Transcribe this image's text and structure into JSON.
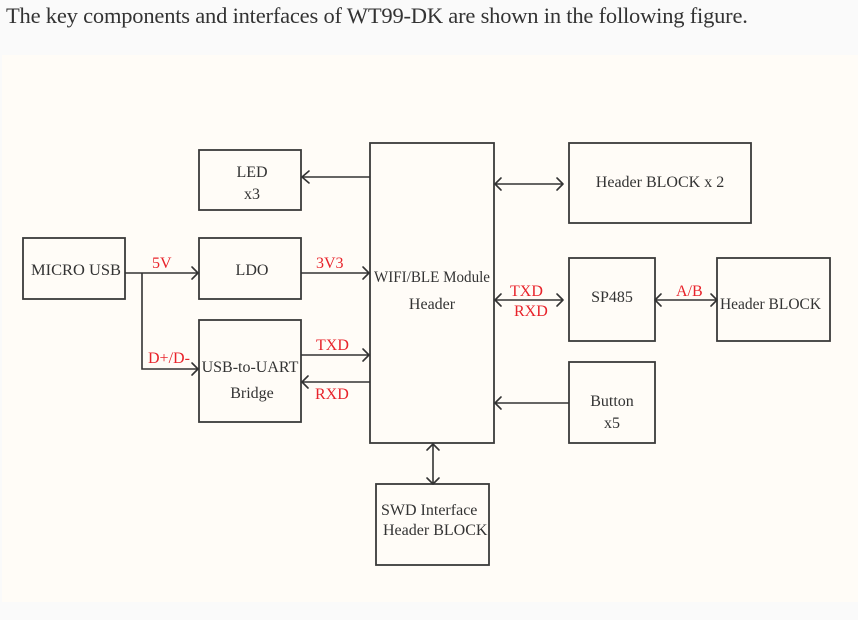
{
  "caption": "The key components and interfaces of WT99-DK are shown in the following figure.",
  "diagram": {
    "blocks": {
      "led": {
        "line1": "LED",
        "line2": "x3"
      },
      "micro_usb": {
        "label": "MICRO USB"
      },
      "ldo": {
        "label": "LDO"
      },
      "usb_uart": {
        "line1": "USB-to-UART",
        "line2": "Bridge"
      },
      "module": {
        "line1": "WIFI/BLE Module",
        "line2": "Header"
      },
      "header_x2": {
        "label": "Header BLOCK x 2"
      },
      "sp485": {
        "label": "SP485"
      },
      "header_block": {
        "label": "Header BLOCK"
      },
      "button": {
        "line1": "Button",
        "line2": "x5"
      },
      "swd": {
        "line1": "SWD Interface",
        "line2": "Header BLOCK"
      }
    },
    "signals": {
      "v5": "5V",
      "v3v3": "3V3",
      "dpdm": "D+/D-",
      "uart_txd": "TXD",
      "uart_rxd": "RXD",
      "sp_txd": "TXD",
      "sp_rxd": "RXD",
      "ab": "A/B"
    },
    "colors": {
      "signal": "#e8232b",
      "stroke": "#333333",
      "text": "#333333"
    },
    "connections": [
      {
        "from": "module",
        "to": "led",
        "direction": "to"
      },
      {
        "from": "micro_usb",
        "to": "ldo",
        "signal": "5V",
        "direction": "to"
      },
      {
        "from": "micro_usb",
        "to": "usb_uart",
        "signal": "D+/D-",
        "direction": "to"
      },
      {
        "from": "ldo",
        "to": "module",
        "signal": "3V3",
        "direction": "to"
      },
      {
        "from": "usb_uart",
        "to": "module",
        "signal": "TXD",
        "direction": "to"
      },
      {
        "from": "module",
        "to": "usb_uart",
        "signal": "RXD",
        "direction": "to"
      },
      {
        "from": "module",
        "to": "header_x2",
        "direction": "both"
      },
      {
        "from": "module",
        "to": "sp485",
        "signal": "TXD/RXD",
        "direction": "both"
      },
      {
        "from": "sp485",
        "to": "header_block",
        "signal": "A/B",
        "direction": "both"
      },
      {
        "from": "button",
        "to": "module",
        "direction": "to"
      },
      {
        "from": "module",
        "to": "swd",
        "direction": "both"
      }
    ]
  }
}
